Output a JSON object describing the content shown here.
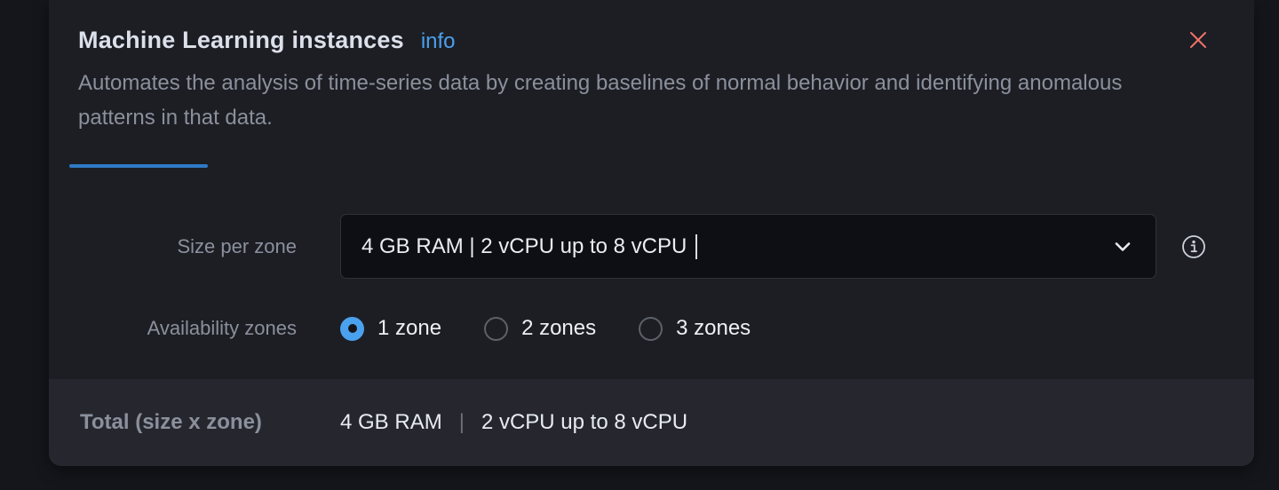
{
  "panel": {
    "title": "Machine Learning instances",
    "info_link": "info",
    "description": "Automates the analysis of time-series data by creating baselines of normal behavior and identifying anomalous patterns in that data."
  },
  "form": {
    "size_row": {
      "label": "Size per zone",
      "select_value": "4 GB RAM | 2 vCPU up to 8 vCPU"
    },
    "zones_row": {
      "label": "Availability zones",
      "options": [
        {
          "label": "1 zone",
          "selected": true
        },
        {
          "label": "2 zones",
          "selected": false
        },
        {
          "label": "3 zones",
          "selected": false
        }
      ]
    }
  },
  "total": {
    "label": "Total (size x zone)",
    "ram": "4 GB RAM",
    "separator": "|",
    "cpu": "2 vCPU up to 8 vCPU"
  },
  "colors": {
    "accent_blue": "#4aa0ee",
    "tab_bar_blue": "#2f7ac6",
    "close_red": "#ee7269",
    "panel_bg": "#1d1e24",
    "outer_bg": "#15161b",
    "field_bg": "#0e0f14",
    "total_bg": "#26272e"
  }
}
